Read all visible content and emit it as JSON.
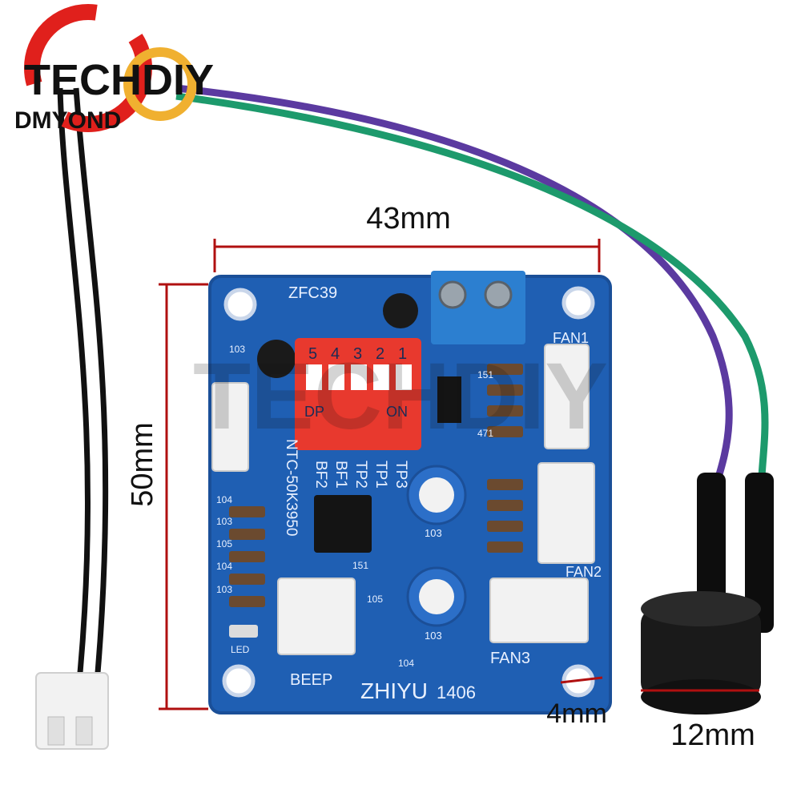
{
  "logo": {
    "brand": "TECHDIY",
    "sub": "DMYOND",
    "accent": "#e0201c",
    "ring": "#f0b030"
  },
  "watermark": {
    "text": "TECHDIY"
  },
  "dimensions": {
    "width": "43mm",
    "height": "50mm",
    "hole": "4mm",
    "buzzer": "12mm",
    "line_color": "#b01010"
  },
  "board": {
    "color": "#1f5fb3",
    "model_top": "ZFC39",
    "brand_bottom": "ZHIYU",
    "date_code": "1406",
    "dip_numbers": [
      "5",
      "4",
      "3",
      "2",
      "1"
    ],
    "dip_dp": "DP",
    "dip_on": "ON",
    "switch_labels": [
      "TP3",
      "TP1",
      "TP2",
      "BF1",
      "BF2"
    ],
    "ntc_label": "NTC-50K3950",
    "fan_labels": [
      "FAN1",
      "FAN2",
      "FAN3"
    ],
    "beep_label": "BEEP",
    "led_label": "LED",
    "pot_labels": [
      "103",
      "103"
    ],
    "resistor_codes": [
      "104",
      "103",
      "105",
      "104",
      "151",
      "105",
      "103",
      "104",
      "103",
      "471",
      "151"
    ]
  },
  "colors": {
    "dip_red": "#e8392e",
    "terminal_blue": "#2c7fd0",
    "connector_white": "#f2f2f2",
    "wire_purple": "#5b3aa0",
    "wire_green": "#1d9a6c",
    "wire_black": "#111111",
    "buzzer": "#1a1a1a"
  }
}
